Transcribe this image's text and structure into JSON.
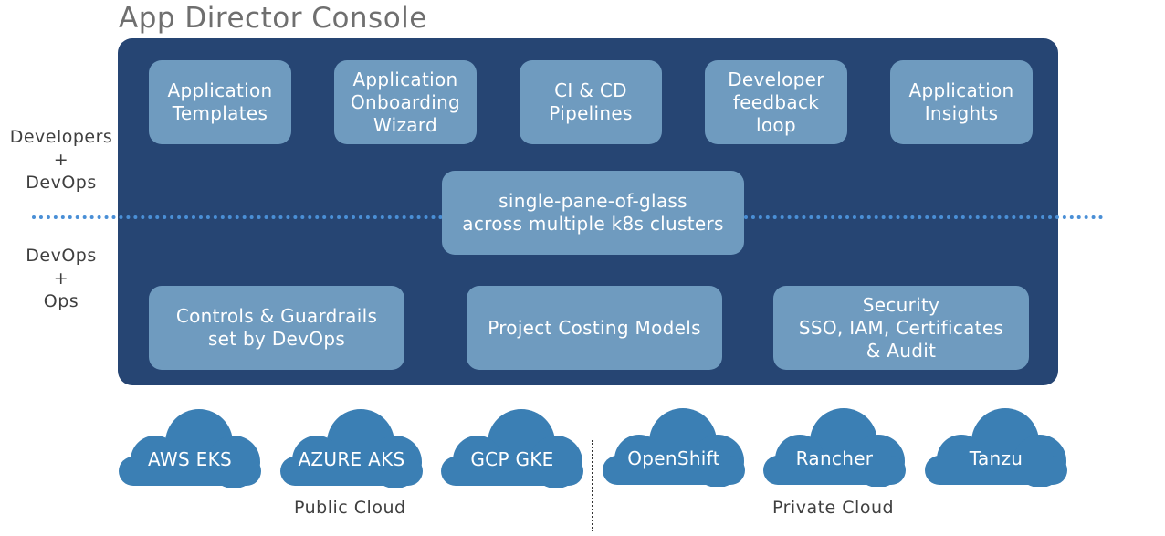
{
  "title": "App Director Console",
  "top_row": [
    {
      "label": "Application\nTemplates"
    },
    {
      "label": "Application\nOnboarding\nWizard"
    },
    {
      "label": "CI & CD\nPipelines"
    },
    {
      "label": "Developer\nfeedback\nloop"
    },
    {
      "label": "Application\nInsights"
    }
  ],
  "center_box": {
    "label": "single-pane-of-glass\nacross multiple k8s clusters"
  },
  "bottom_row": [
    {
      "label": "Controls & Guardrails\nset by DevOps"
    },
    {
      "label": "Project Costing Models"
    },
    {
      "label": "Security\nSSO, IAM, Certificates\n& Audit"
    }
  ],
  "side_labels": {
    "upper": "Developers\n+\nDevOps",
    "lower": "DevOps\n+\nOps"
  },
  "clouds": [
    {
      "label": "AWS EKS"
    },
    {
      "label": "AZURE AKS"
    },
    {
      "label": "GCP GKE"
    },
    {
      "label": "OpenShift"
    },
    {
      "label": "Rancher"
    },
    {
      "label": "Tanzu"
    }
  ],
  "captions": {
    "public": "Public Cloud",
    "private": "Private Cloud"
  },
  "colors": {
    "panel": "#264573",
    "box": "#6f9bbf",
    "cloud": "#3b7fb4",
    "divider": "#4a8fd6"
  }
}
